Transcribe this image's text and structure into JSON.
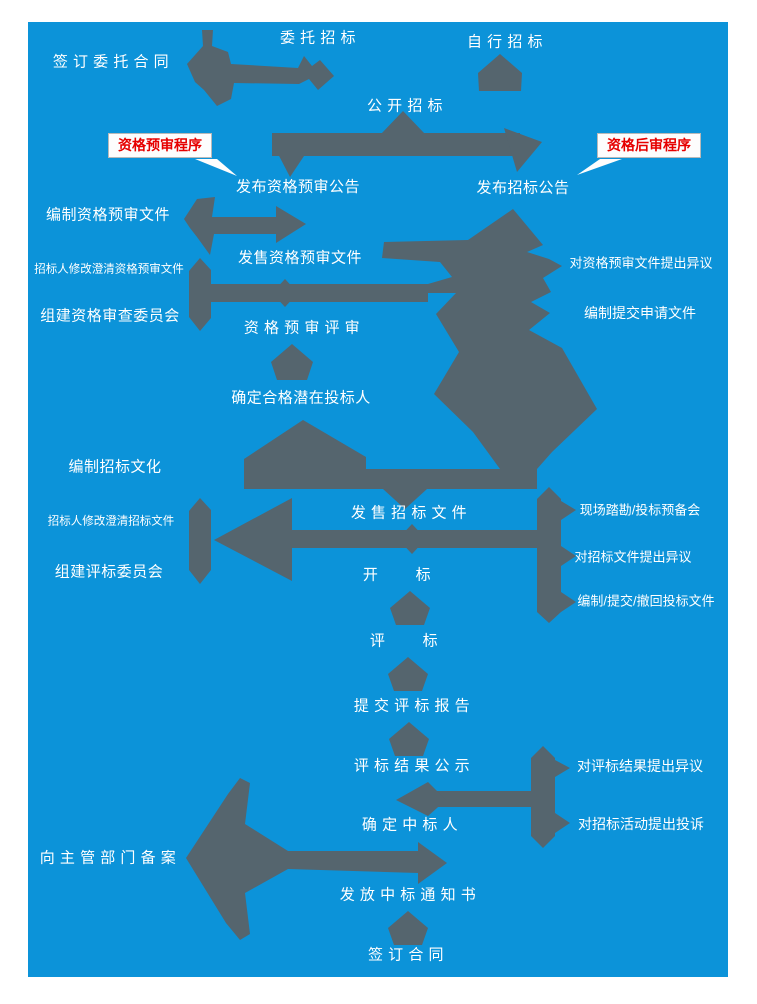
{
  "colors": {
    "page_bg": "#ffffff",
    "board_bg": "#0c93d9",
    "arrow": "#55656e",
    "label_text": "#ffffff",
    "callout_text": "#e60000",
    "callout_bg": "#fdfdfd",
    "callout_border": "#b9b9b9"
  },
  "callouts": {
    "left": "资格预审程序",
    "right": "资格后审程序"
  },
  "nodes": {
    "sign_entrust_contract": "签 订 委 托 合 同",
    "entrust_bidding": "委 托 招 标",
    "self_bidding": "自 行 招 标",
    "open_bidding": "公 开 招 标",
    "publish_prequal_announcement": "发布资格预审公告",
    "publish_bid_announcement": "发布招标公告",
    "prepare_prequal_docs": "编制资格预审文件",
    "sell_prequal_docs": "发售资格预审文件",
    "modify_clarify_prequal_docs": "招标人修改澄清资格预审文件",
    "form_qual_review_committee": "组建资格审查委员会",
    "prequal_review": "资 格 预 审 评 审",
    "object_prequal_docs": "对资格预审文件提出异议",
    "prepare_submit_application": "编制提交申请文件",
    "determine_qualified_bidders": "确定合格潜在投标人",
    "prepare_bid_docs": "编制招标文化",
    "modify_clarify_bid_docs": "招标人修改澄清招标文件",
    "form_eval_committee": "组建评标委员会",
    "sell_bid_docs": "发 售 招 标 文 件",
    "site_survey_meeting": "现场踏勘/投标预备会",
    "object_bid_docs": "对招标文件提出异议",
    "prepare_submit_withdraw_bid": "编制/提交/撤回投标文件",
    "bid_opening": "开        标",
    "bid_evaluation": "评        标",
    "submit_eval_report": "提 交 评 标 报 告",
    "eval_result_publicity": "评 标 结 果 公 示",
    "object_eval_result": "对评标结果提出异议",
    "determine_winner": "确 定 中 标 人",
    "complain_bid_activity": "对招标活动提出投诉",
    "file_with_authority": "向 主 管 部 门 备 案",
    "issue_win_notice": "发 放 中 标 通 知 书",
    "sign_contract": "签 订 合 同"
  }
}
